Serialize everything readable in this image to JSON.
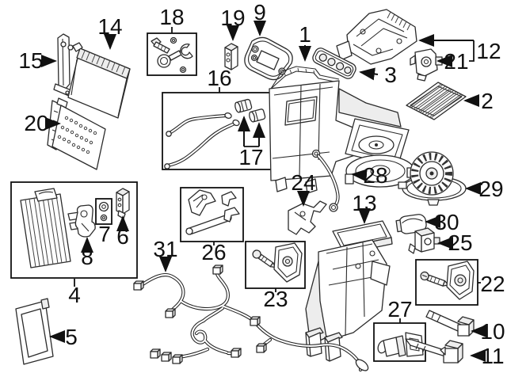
{
  "colors": {
    "background": "#ffffff",
    "line": "#222222",
    "label": "#111111"
  },
  "callouts": {
    "c1": "1",
    "c2": "2",
    "c3": "3",
    "c4": "4",
    "c5": "5",
    "c6": "6",
    "c7": "7",
    "c8": "8",
    "c9": "9",
    "c10": "10",
    "c11": "11",
    "c12": "12",
    "c13": "13",
    "c14": "14",
    "c15": "15",
    "c16": "16",
    "c17": "17",
    "c18": "18",
    "c19": "19",
    "c20": "20",
    "c21": "21",
    "c22": "22",
    "c23": "23",
    "c24": "24",
    "c25": "25",
    "c26": "26",
    "c27": "27",
    "c28": "28",
    "c29": "29",
    "c30": "30",
    "c31": "31"
  }
}
